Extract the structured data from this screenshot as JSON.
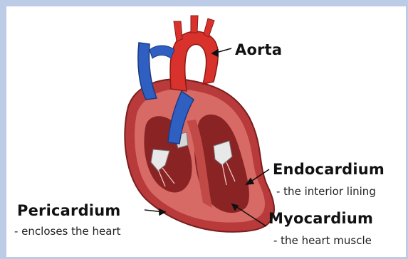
{
  "labels": {
    "aorta": {
      "term": "Aorta"
    },
    "endocardium": {
      "term": "Endocardium",
      "description": "- the interior lining"
    },
    "pericardium": {
      "term": "Pericardium",
      "description": "- encloses the heart"
    },
    "myocardium": {
      "term": "Myocardium",
      "description": "- the heart muscle"
    }
  },
  "colors": {
    "frame": "#bccbe6",
    "muscle": "#b83a3a",
    "muscle_light": "#d86a66",
    "interior": "#8a2424",
    "vessel_red": "#d9322c",
    "vessel_blue": "#2f5fc0",
    "valve": "#e8e8e8"
  }
}
